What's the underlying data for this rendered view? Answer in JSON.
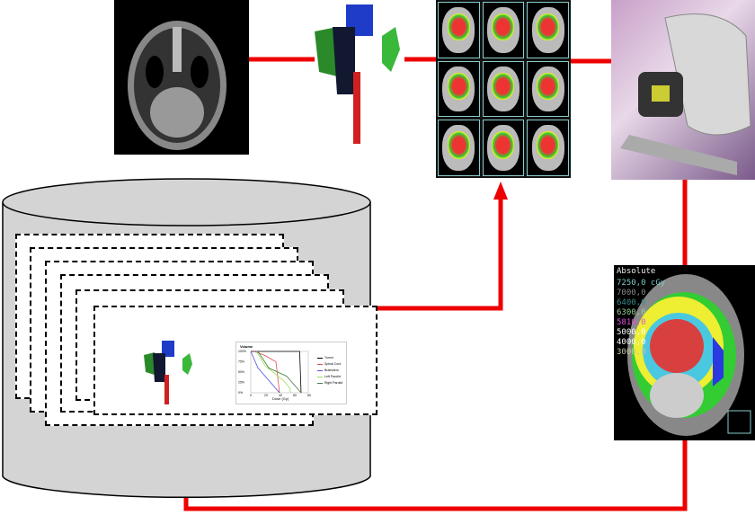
{
  "dvh_chart": {
    "title": "Volume",
    "xlabel": "Dose (Gy)",
    "yticks": [
      "100%",
      "75%",
      "50%",
      "25%",
      "0%"
    ],
    "xticks": [
      "0",
      "20",
      "40",
      "60",
      "80"
    ],
    "legend": [
      "Tumor",
      "Spinal Cord",
      "Brainstem",
      "Left Parotid",
      "Right Parotid"
    ],
    "colors": [
      "#000000",
      "#e05050",
      "#5050e0",
      "#a0e060",
      "#408040"
    ]
  },
  "dose_map": {
    "mode": "Absolute",
    "levels": [
      "7250,0 cGy",
      "7000,0",
      "6400,0",
      "6300,0",
      "5810,0",
      "5000,0",
      "4000,0",
      "3000,0"
    ],
    "level_colors": [
      "#7ec8c8",
      "#8a8a8a",
      "#3a8a8a",
      "#9ad09a",
      "#e050e0",
      "#ffffff",
      "#ffffff",
      "#c8c8a0"
    ]
  },
  "colors": {
    "arrow": "#ee0000",
    "cylinder": "#d4d4d4"
  }
}
